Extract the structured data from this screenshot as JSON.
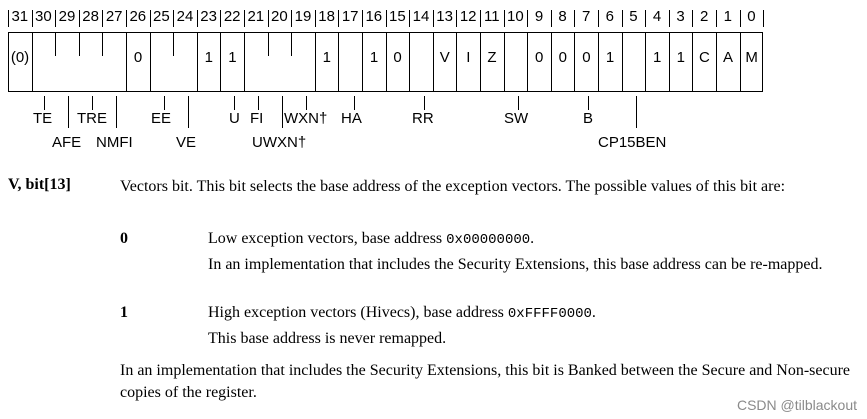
{
  "register": {
    "bit_numbers": [
      "31",
      "30",
      "29",
      "28",
      "27",
      "26",
      "25",
      "24",
      "23",
      "22",
      "21",
      "20",
      "19",
      "18",
      "17",
      "16",
      "15",
      "14",
      "13",
      "12",
      "11",
      "10",
      "9",
      "8",
      "7",
      "6",
      "5",
      "4",
      "3",
      "2",
      "1",
      "0"
    ],
    "cell_values": [
      "(0)",
      "",
      "",
      "",
      "",
      "0",
      "",
      "",
      "1",
      "1",
      "",
      "",
      "",
      "1",
      "",
      "1",
      "0",
      "",
      "V",
      "I",
      "Z",
      "",
      "0",
      "0",
      "0",
      "1",
      "",
      "1",
      "1",
      "C",
      "A",
      "M"
    ],
    "fields_upper": {
      "te": "TE",
      "tre": "TRE",
      "ee": "EE",
      "u": "U",
      "fi": "FI",
      "wxn": "WXN†",
      "ha": "HA",
      "rr": "RR",
      "sw": "SW",
      "b": "B"
    },
    "fields_lower": {
      "afe": "AFE",
      "nmfi": "NMFI",
      "ve": "VE",
      "uwxn": "UWXN†",
      "cp15ben": "CP15BEN"
    }
  },
  "description": {
    "field_name": "V, bit[13]",
    "intro": "Vectors bit. This bit selects the base address of the exception vectors. The possible values of this bit are:",
    "options": [
      {
        "value": "0",
        "text_before": "Low exception vectors, base address ",
        "address": "0x00000000",
        "text_after": ".",
        "note": "In an implementation that includes the Security Extensions, this base address can be re-mapped."
      },
      {
        "value": "1",
        "text_before": "High exception vectors (Hivecs), base address ",
        "address": "0xFFFF0000",
        "text_after": ".",
        "note": "This base address is never remapped."
      }
    ],
    "footer": "In an implementation that includes the Security Extensions, this bit is Banked between the Secure and Non-secure copies of the register."
  },
  "watermark": "CSDN @tilblackout"
}
